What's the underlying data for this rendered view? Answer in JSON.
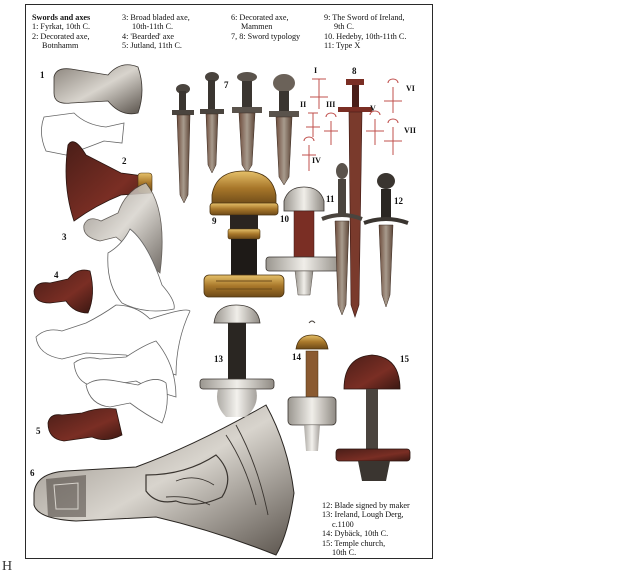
{
  "plate_letter": "H",
  "legend_top": {
    "col1": [
      "Swords and axes",
      "1: Fyrkat, 10th C.",
      "2: Decorated axe,",
      "Botnhamm"
    ],
    "col2": [
      "3: Broad bladed axe,",
      "10th-11th C.",
      "4: 'Bearded' axe",
      "5: Jutland, 11th C."
    ],
    "col3": [
      "6: Decorated axe,",
      "Mammen",
      "7, 8: Sword typology"
    ],
    "col4": [
      "9: The Sword of Ireland,",
      "9th C.",
      "10. Hedeby, 10th-11th C.",
      "11: Type X"
    ]
  },
  "legend_bottom": [
    "12: Blade signed by maker",
    "13: Ireland, Lough Derg,",
    "c.1100",
    "14: Dybäck, 10th C.",
    "15: Temple church,",
    "10th C."
  ],
  "item_numbers": [
    "1",
    "2",
    "3",
    "4",
    "5",
    "6",
    "7",
    "8",
    "9",
    "10",
    "11",
    "12",
    "13",
    "14",
    "15"
  ],
  "typology_numerals": [
    "I",
    "II",
    "III",
    "IV",
    "V",
    "VI",
    "VII"
  ],
  "colors": {
    "iron": "#6b6259",
    "rust": "#7a2e24",
    "bronze": "#a8772a",
    "gold": "#c79a3b",
    "outline": "#c0504d",
    "steel": "#c9c6c1"
  }
}
